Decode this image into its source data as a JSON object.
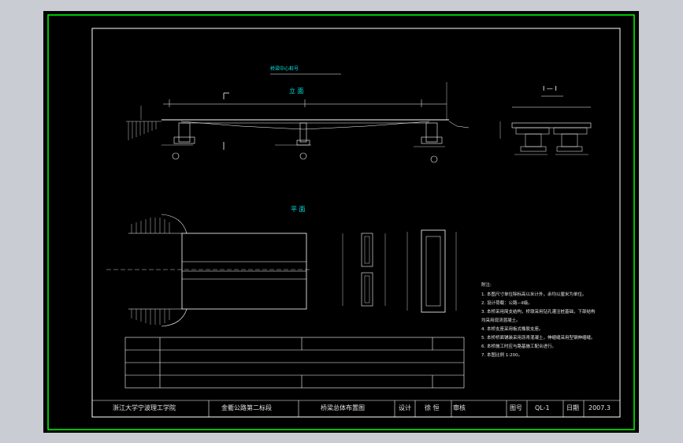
{
  "drawing": {
    "views": {
      "elevation_title": "立 面",
      "plan_title": "平 面",
      "section_title": "I — I",
      "bridge_label": "桥梁中心桩号"
    },
    "notes": {
      "heading": "附注:",
      "lines": [
        "1. 本图尺寸单位除标高以米计外，余均以厘米为单位。",
        "2. 设计荷载：公路—Ⅱ级。",
        "3. 本桥采用简支结构，桥墩采用钻孔灌注桩基础，下部结构",
        "   均采用现浇混凝土。",
        "4. 本桥支座采用板式橡胶支座。",
        "5. 本桥桥面铺装采用沥青混凝土，伸缩缝采用型钢伸缩缝。",
        "6. 本桥施工时应与路基施工配合进行。",
        "7. 本图比例 1:200。"
      ]
    },
    "title_block": {
      "school": "浙江大学宁波理工学院",
      "project": "金衢公路第二标段",
      "drawing_name": "桥梁总体布置图",
      "design_label": "设计",
      "checker": "徐 恒",
      "review_label": "审核",
      "drawing_no_label": "图号",
      "drawing_no": "QL-1",
      "date_label": "日期",
      "date": "2007.3"
    },
    "colors": {
      "background": "#000000",
      "frame": "#00ff00",
      "lines": "#ffffff",
      "cyan": "#00e5e5"
    }
  }
}
